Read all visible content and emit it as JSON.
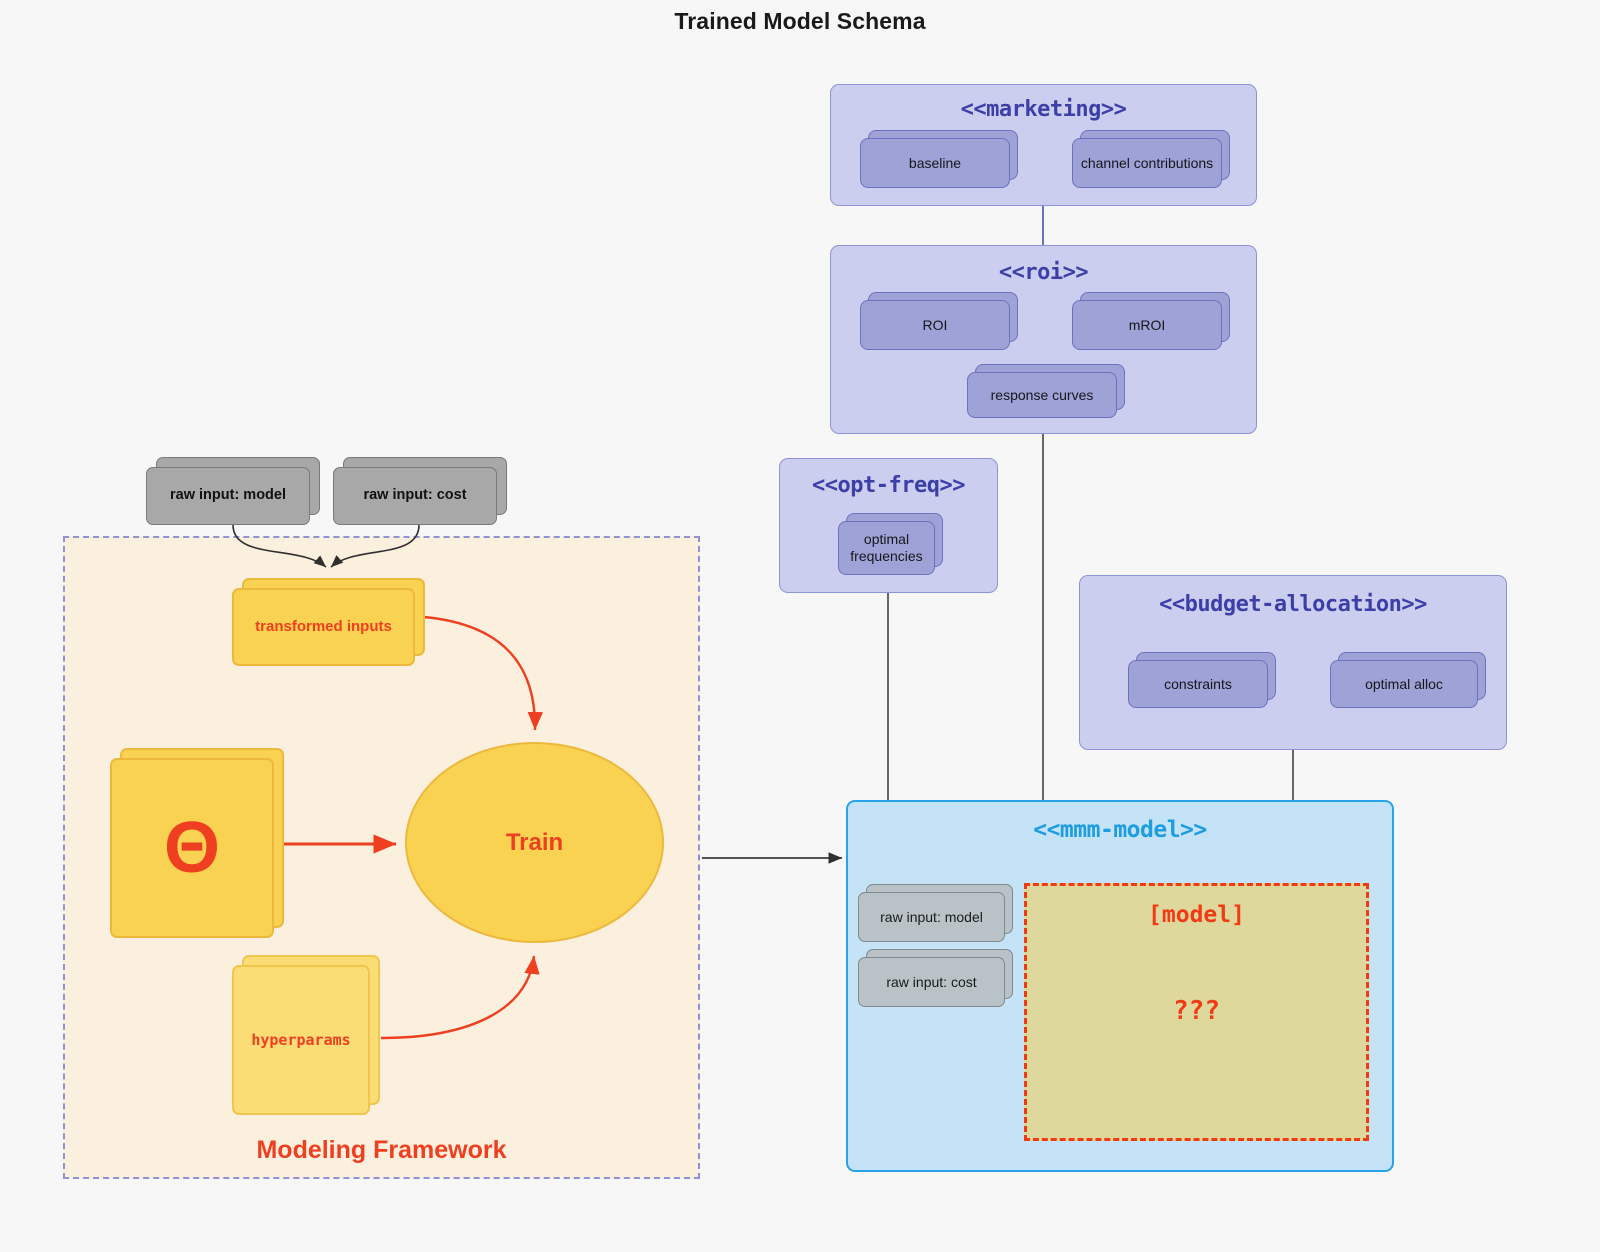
{
  "title": "Trained Model Schema",
  "colors": {
    "background": "#f7f7f7",
    "lilac_package_fill": "#ccceef",
    "lilac_package_border": "#8e93d6",
    "lilac_title_text": "#3c3fa8",
    "purple_node_fill": "#9fa2d6",
    "purple_node_border": "#6d72c0",
    "blue_package_fill": "#c4e3f7",
    "blue_package_border": "#29a3ec",
    "blue_title_text": "#1e9de0",
    "yellow_node_fill": "#fad251",
    "yellow_node_border": "#ecb93d",
    "framework_fill": "#faf0dd",
    "framework_border": "#8e93d6",
    "accent_red": "#ef3f21",
    "model_box_fill": "#ded89d",
    "model_box_border": "#f03c15",
    "gray_node_fill": "#a8a8a8",
    "gray_node_border": "#7a7a7a",
    "gray_light_fill": "#b9c2c6",
    "edge_gray": "#4d4d4d",
    "edge_purple": "#6d72c0"
  },
  "framework": {
    "label": "Modeling Framework",
    "raw_inputs": [
      {
        "label": "raw input: model"
      },
      {
        "label": "raw input: cost"
      }
    ],
    "transformed_inputs": {
      "label": "transformed inputs"
    },
    "theta": {
      "label": "Θ"
    },
    "hyperparams": {
      "label": "hyperparams"
    },
    "train": {
      "label": "Train"
    }
  },
  "packages": [
    {
      "id": "marketing",
      "title": "<<marketing>>",
      "nodes": [
        {
          "label": "baseline"
        },
        {
          "label": "channel contributions"
        }
      ]
    },
    {
      "id": "roi",
      "title": "<<roi>>",
      "nodes": [
        {
          "label": "ROI"
        },
        {
          "label": "mROI"
        },
        {
          "label": "response curves"
        }
      ]
    },
    {
      "id": "opt-freq",
      "title": "<<opt-freq>>",
      "nodes": [
        {
          "label": "optimal\nfrequencies",
          "line1": "optimal",
          "line2": "frequencies"
        }
      ]
    },
    {
      "id": "budget-allocation",
      "title": "<<budget-allocation>>",
      "nodes": [
        {
          "label": "constraints"
        },
        {
          "label": "optimal alloc"
        }
      ]
    },
    {
      "id": "mmm-model",
      "title": "<<mmm-model>>",
      "nodes": [
        {
          "label": "raw input: model"
        },
        {
          "label": "raw input: cost"
        }
      ],
      "model_box": {
        "label": "[model]",
        "unknown": "???"
      }
    }
  ]
}
